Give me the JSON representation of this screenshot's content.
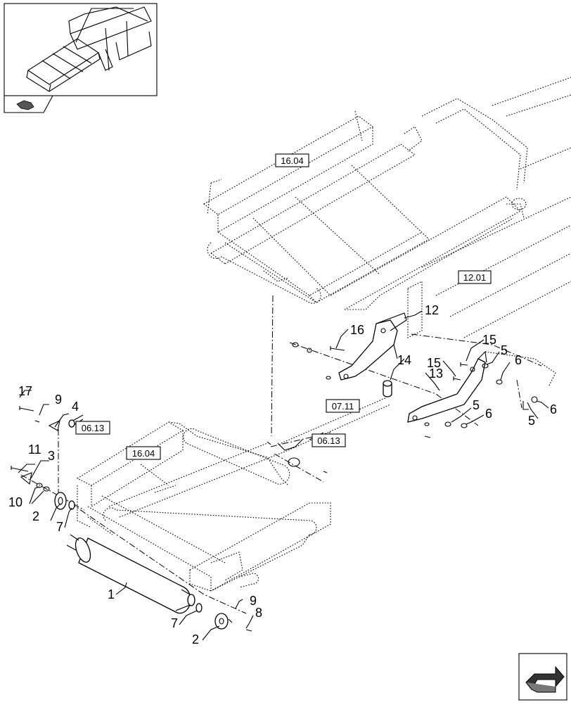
{
  "reference_boxes": [
    {
      "id": "ref-16-04-top",
      "label": "16.04"
    },
    {
      "id": "ref-12-01",
      "label": "12.01"
    },
    {
      "id": "ref-07-11",
      "label": "07.11"
    },
    {
      "id": "ref-06-13-left",
      "label": "06.13"
    },
    {
      "id": "ref-06-13-center",
      "label": "06.13"
    },
    {
      "id": "ref-16-04-bottom",
      "label": "16.04"
    }
  ],
  "callouts": {
    "c1": "1",
    "c2a": "2",
    "c2b": "2",
    "c3": "3",
    "c4": "4",
    "c5a": "5",
    "c5b": "5",
    "c5c": "5",
    "c6a": "6",
    "c6b": "6",
    "c6c": "6",
    "c7a": "7",
    "c7b": "7",
    "c8": "8",
    "c9a": "9",
    "c9b": "9",
    "c10": "10",
    "c11": "11",
    "c12": "12",
    "c13": "13",
    "c14": "14",
    "c15a": "15",
    "c15b": "15",
    "c16": "16",
    "c17": "17"
  },
  "icons": {
    "thumbnail": "conveyor-overview-thumbnail",
    "prev": "previous-page-arrow-icon",
    "next": "next-page-arrow-icon"
  }
}
